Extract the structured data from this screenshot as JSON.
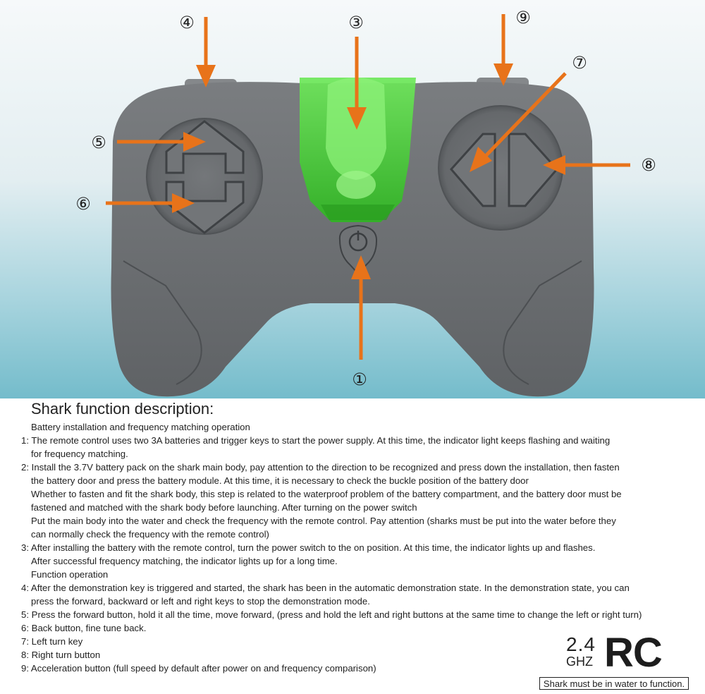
{
  "callouts": {
    "n1": "①",
    "n3": "③",
    "n4": "④",
    "n5": "⑤",
    "n6": "⑥",
    "n7": "⑦",
    "n8": "⑧",
    "n9": "⑨"
  },
  "colors": {
    "arrow": "#e8731a",
    "controller": "#6d7072",
    "clip": "#3fd630",
    "background_top": "#f4f8fa",
    "background_bottom": "#7fc3d2"
  },
  "description": {
    "heading": "Shark function description:",
    "lines": [
      "Battery installation and frequency matching operation",
      "1: The remote control uses two 3A batteries and trigger keys to start the power supply. At this time, the indicator light keeps flashing and waiting",
      "for frequency matching.",
      "2: Install the 3.7V battery pack on the shark main body, pay attention to the direction to be recognized and press down the installation, then fasten",
      "the battery door and press the battery module. At this time, it is necessary to check the buckle position of the battery door",
      "Whether to fasten and fit the shark body, this step is related to the waterproof problem of the battery compartment, and the battery door must be",
      "fastened and matched with the shark body before launching. After turning on the power switch",
      "Put the main body into the water and check the frequency with the remote control. Pay attention (sharks must be put into the water before they",
      "can normally check the frequency with the remote control)",
      "3: After installing the battery with the remote control, turn the power switch to the on position. At this time, the indicator lights up and flashes.",
      "After successful frequency matching, the indicator lights up for a long time.",
      "Function operation",
      "4: After the demonstration key is triggered and started, the shark has been in the automatic demonstration state. In the demonstration state, you can",
      "press the forward, backward or left and right keys to stop the demonstration mode.",
      "5: Press the forward button, hold it all the time, move forward, (press and hold the left and right buttons at the same time to change the left or right turn)",
      "6: Back button, fine tune back.",
      "7: Left turn key",
      "8: Right turn button",
      "9: Acceleration button (full speed by default after power on and frequency comparison)"
    ]
  },
  "badge": {
    "freq_top": "2.4",
    "freq_unit": "GHZ",
    "rc": "RC",
    "notice": "Shark must be in water to function."
  }
}
